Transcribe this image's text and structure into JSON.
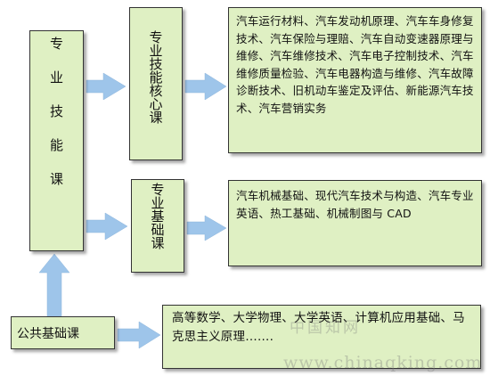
{
  "nodes": {
    "main_course": "专业技能课",
    "core_course": "专业技能核心课",
    "core_detail": "汽车运行材料、汽车发动机原理、汽车车身修复技术、汽车保险与理赔、汽车自动变速器原理与维修、汽车维修技术、汽车电子控制技术、汽车维修质量检验、汽车电器构造与维修、汽车故障诊断技术、旧机动车鉴定及评估、新能源汽车技术、汽车营销实务",
    "basic_course": "专业基础课",
    "basic_detail": "汽车机械基础、现代汽车技术与构造、汽车专业英语、热工基础、机械制图与 CAD",
    "public_course": "公共基础课",
    "public_detail": "高等数学、大学物理、大学英语、计算机应用基础、马克思主义原理……."
  },
  "watermark": {
    "cn": "中国知网",
    "url": "www.chinaqking.com"
  },
  "colors": {
    "box_fill": "#dff0c3",
    "arrow_fill": "#9ec5ea"
  }
}
